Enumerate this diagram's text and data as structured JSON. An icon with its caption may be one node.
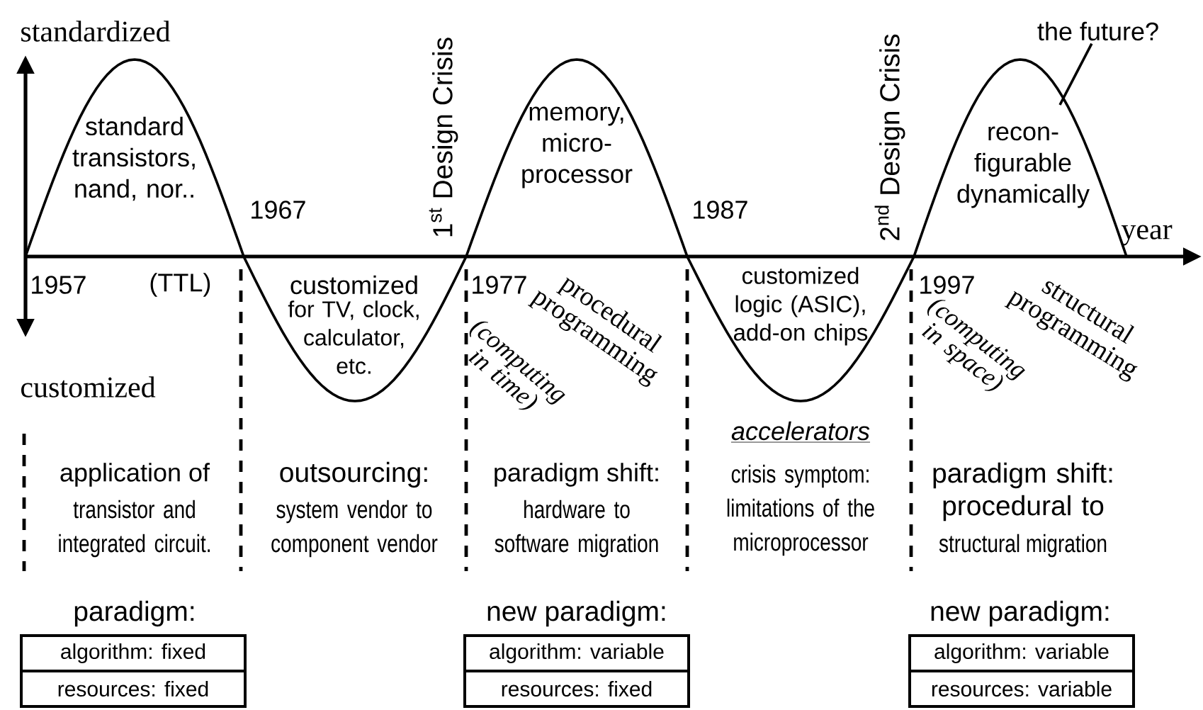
{
  "diagram": {
    "nodes": [
      {
        "text": [
          "algorithm: fixed"
        ]
      },
      {
        "text": [
          "resources: fixed"
        ]
      },
      {
        "text": [
          "algorithm: variable"
        ]
      },
      {
        "text": [
          "resources: fixed"
        ]
      },
      {
        "text": [
          "algorithm: variable"
        ]
      },
      {
        "text": [
          "resources: variable"
        ]
      },
      {
        "text": [
          "the future?"
        ]
      }
    ],
    "edges": [
      {
        "from": null,
        "to": 6,
        "arrow": "none"
      }
    ],
    "labels": [
      "standardized",
      "1$^{st}$ Design Crisis",
      "2$^{nd}$ Design Crisis",
      "standard transistors, nand, nor..",
      "memory, micro-processor",
      "recon-figurable dynamically",
      "1967",
      "1987",
      "year",
      "1957",
      "(TTL)",
      "customized",
      "1977",
      "1997",
      "for TV, clock, calculator, etc.",
      "(computing in time)",
      "procedural programming",
      "customized logic (ASIC), add-on chips",
      "(computing in space)",
      "structural programming",
      "customized",
      "accelerators",
      "application of",
      "outsourcing:",
      "paradigm shift:",
      "crisis symptom: limitations of the microprocessor",
      "paradigm shift: procedural to",
      "transistor and integrated circuit.",
      "system vendor to component vendor",
      "hardware to software migration",
      "structural migration",
      "paradigm:",
      "new paradigm:",
      "new paradigm:"
    ]
  }
}
